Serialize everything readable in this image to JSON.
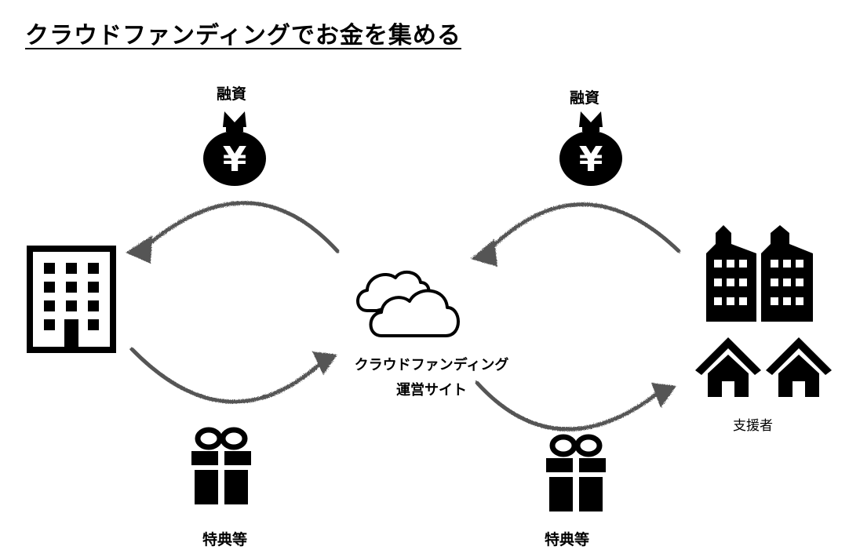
{
  "title": "クラウドファンディングでお金を集める",
  "labels": {
    "loan_left": "融資",
    "loan_right": "融資",
    "site_line1": "クラウドファンディング",
    "site_line2": "運営サイト",
    "supporters": "支援者",
    "perks_left": "特典等",
    "perks_right": "特典等"
  },
  "symbols": {
    "yen": "¥"
  },
  "colors": {
    "arrow": "#555555",
    "icon": "#000000"
  },
  "icons": [
    "money-bag-icon",
    "office-building-icon",
    "cloud-icon",
    "townhouses-icon",
    "houses-icon",
    "gift-icon"
  ]
}
